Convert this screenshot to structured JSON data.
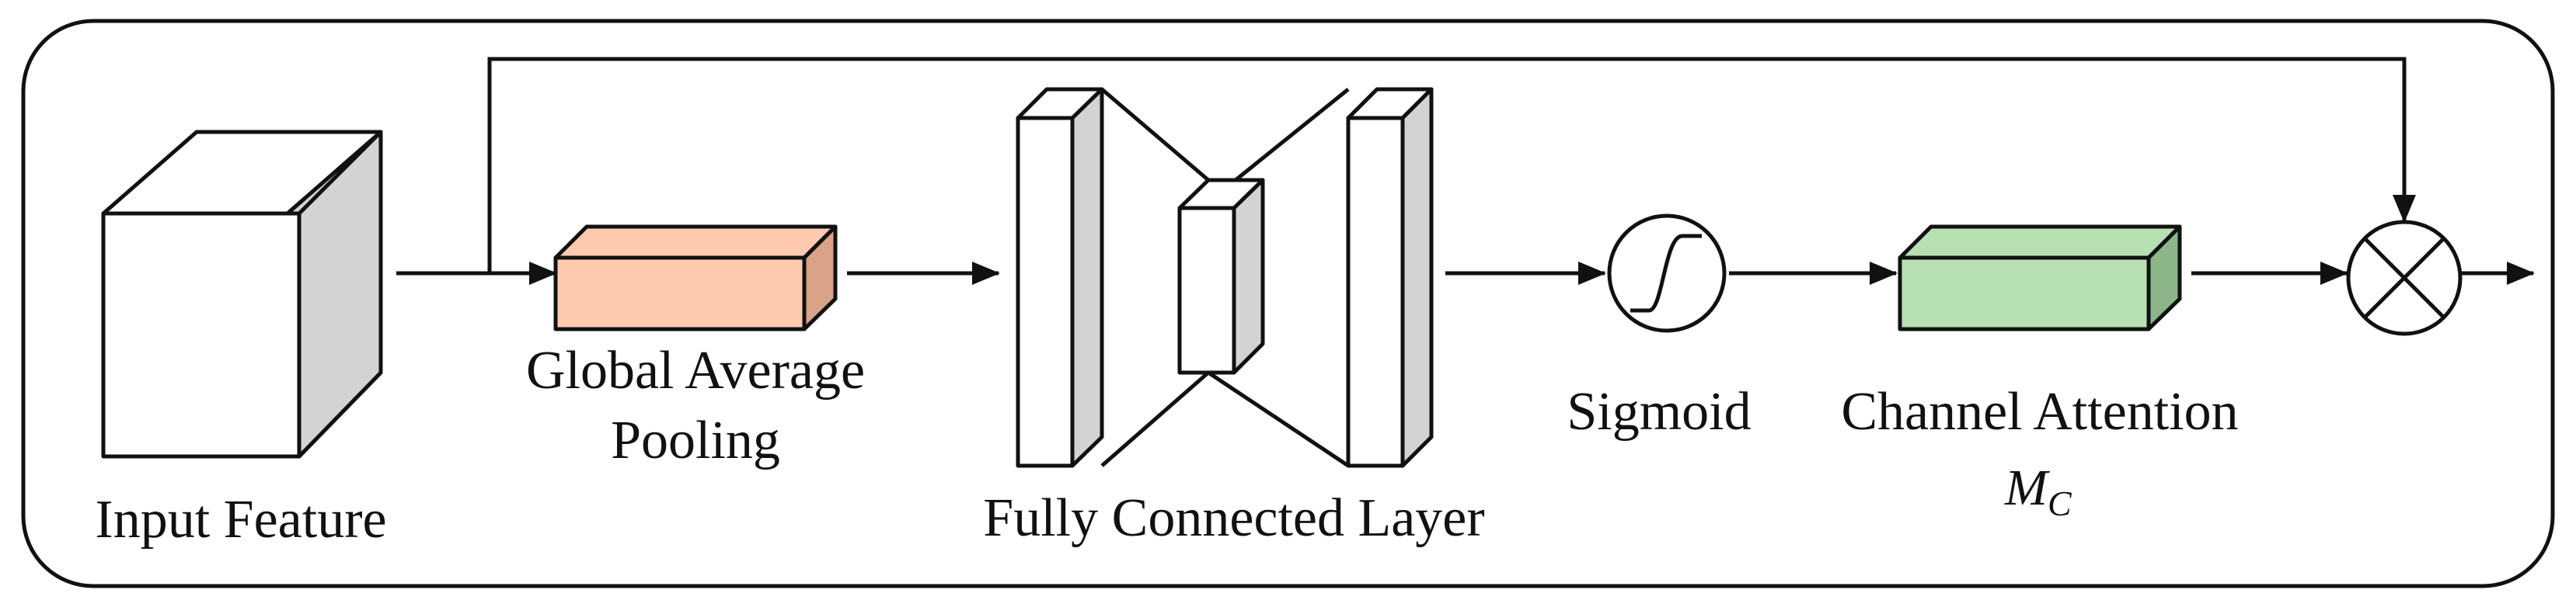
{
  "labels": {
    "input_feature": "Input Feature",
    "gap_line1": "Global Average",
    "gap_line2": "Pooling",
    "fc": "Fully Connected Layer",
    "sigmoid": "Sigmoid",
    "channel_attention": "Channel Attention",
    "mc_base": "M",
    "mc_sub": "C"
  },
  "colors": {
    "outline": "#111111",
    "white_face": "#ffffff",
    "gray_side": "#d3d3d3",
    "gap_front": "#ffcbb0",
    "gap_side": "#d9a289",
    "ca_front": "#b7e0b3",
    "ca_side": "#8cb58a"
  },
  "icons": {
    "sigmoid": "sigmoid-curve-icon",
    "multiply": "circled-times-icon"
  }
}
